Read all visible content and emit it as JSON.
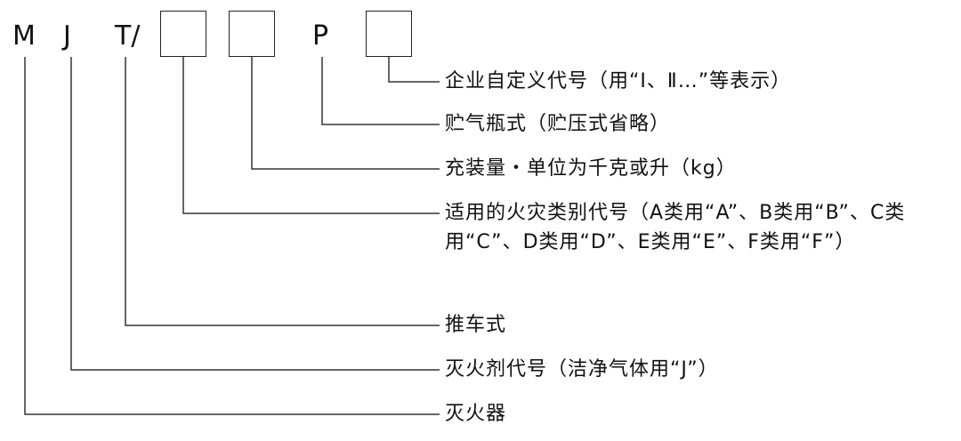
{
  "code": {
    "m": "M",
    "j": "J",
    "t": "T/",
    "p": "P"
  },
  "labels": {
    "enterprise": "企业自定义代号（用“Ⅰ、Ⅱ…”等表示）",
    "cylinder": "贮气瓶式（贮压式省略）",
    "capacity": "充装量・单位为千克或升（kg）",
    "fire_class": "适用的火灾类别代号（A类用“A”、B类用“B”、C类用“C”、D类用“D”、E类用“E”、F类用“F”）",
    "cart": "推车式",
    "agent": "灭火剂代号（洁净气体用“J”）",
    "extinguisher": "灭火器"
  },
  "colors": {
    "line": "#333333",
    "text": "#111111"
  }
}
